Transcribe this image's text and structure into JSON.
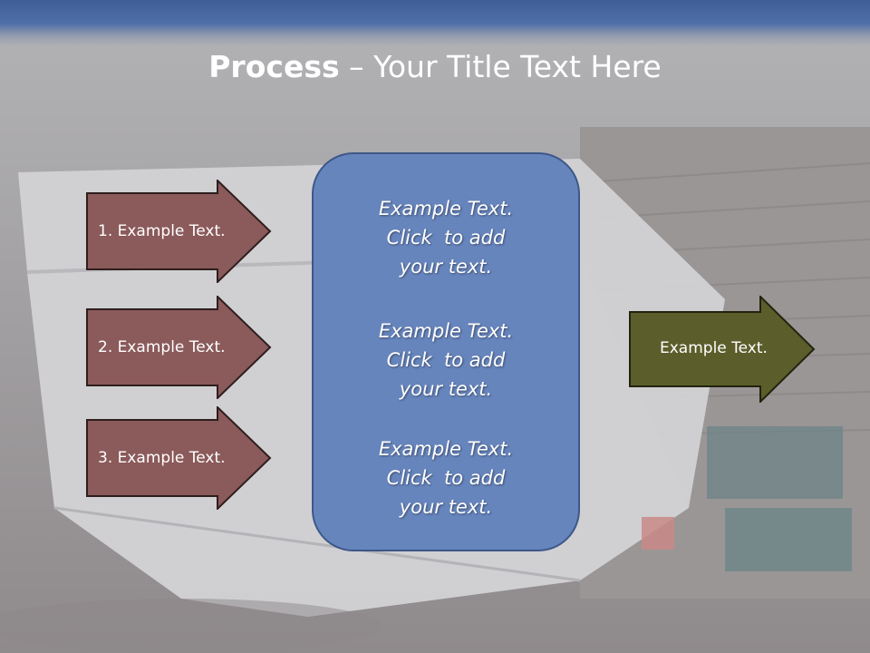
{
  "title": {
    "bold": "Process",
    "rest": " – Your Title Text Here"
  },
  "left_arrows": [
    {
      "label": "1. Example Text."
    },
    {
      "label": "2. Example Text."
    },
    {
      "label": "3. Example Text."
    }
  ],
  "center_blocks": [
    {
      "lines": [
        "Example Text.",
        "Click  to add",
        "your text."
      ]
    },
    {
      "lines": [
        "Example Text.",
        "Click  to add",
        "your text."
      ]
    },
    {
      "lines": [
        "Example Text.",
        "Click  to add",
        "your text."
      ]
    }
  ],
  "right_arrow": {
    "label": "Example Text."
  },
  "colors": {
    "header_blue": "#4a6aa4",
    "left_arrow_fill": "#8b5a5a",
    "center_box_fill": "#6785bd",
    "right_arrow_fill": "#5b5e2a"
  }
}
